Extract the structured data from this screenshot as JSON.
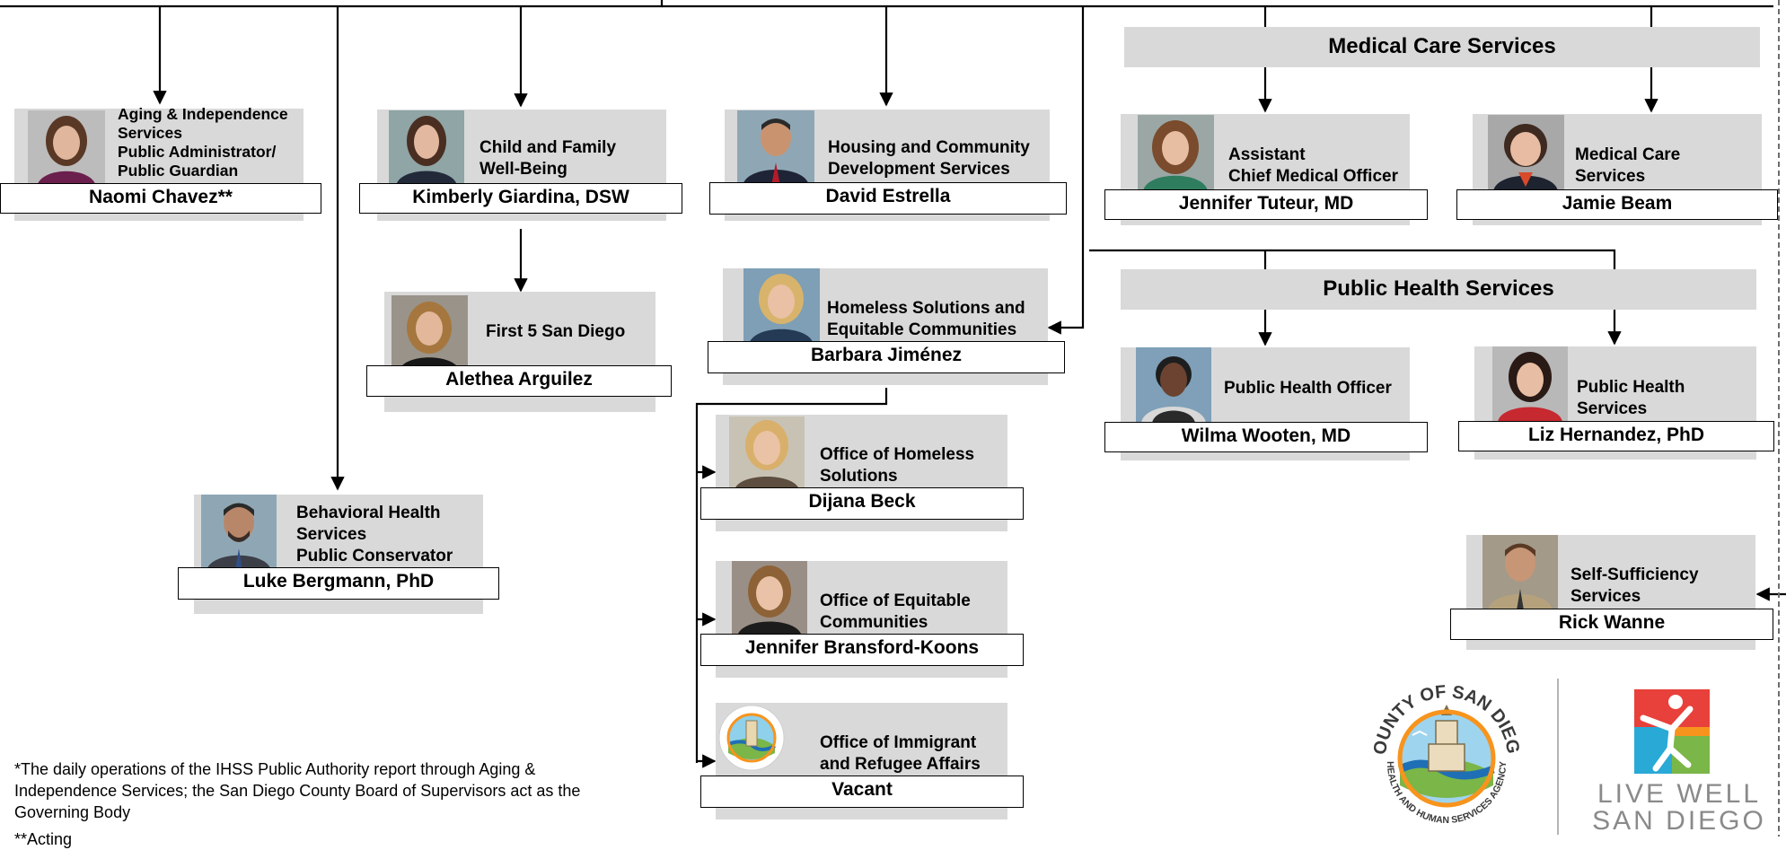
{
  "departments": {
    "aging": {
      "title": "Aging & Independence\nServices\nPublic Administrator/\nPublic Guardian",
      "name": "Naomi Chavez**"
    },
    "child": {
      "title": "Child and Family\nWell-Being",
      "name": "Kimberly Giardina, DSW"
    },
    "first5": {
      "title": "First 5 San Diego",
      "name": "Alethea Arguilez"
    },
    "housing": {
      "title": "Housing and Community\nDevelopment Services",
      "name": "David Estrella"
    },
    "homeless": {
      "title": "Homeless Solutions and\nEquitable Communities",
      "name": "Barbara Jiménez"
    },
    "ohs": {
      "title": "Office of Homeless\nSolutions",
      "name": "Dijana Beck"
    },
    "oec": {
      "title": "Office of Equitable\nCommunities",
      "name": "Jennifer Bransford-Koons"
    },
    "oira": {
      "title": "Office of Immigrant\nand Refugee Affairs",
      "name": "Vacant"
    },
    "behavioral": {
      "title": "Behavioral Health\nServices\nPublic Conservator",
      "name": "Luke Bergmann, PhD"
    },
    "acmo": {
      "title": "Assistant\nChief Medical Officer",
      "name": "Jennifer Tuteur, MD"
    },
    "mcs": {
      "title": "Medical Care\nServices",
      "name": "Jamie Beam"
    },
    "pho": {
      "title": "Public Health Officer",
      "name": "Wilma Wooten, MD"
    },
    "phs": {
      "title": "Public Health\nServices",
      "name": "Liz Hernandez, PhD"
    },
    "ss": {
      "title": "Self-Sufficiency\nServices",
      "name": "Rick Wanne"
    }
  },
  "headers": {
    "medical": "Medical Care Services",
    "public_health": "Public Health  Services"
  },
  "footnotes": {
    "ihss": "*The daily operations of the IHSS Public Authority report through Aging & Independence Services; the San Diego County Board of Supervisors act as the Governing Body",
    "acting": "**Acting"
  },
  "logos": {
    "county_top": "COUNTY OF SAN DIEGO",
    "county_bottom": "HEALTH AND HUMAN SERVICES AGENCY",
    "live_well_1": "LIVE WELL",
    "live_well_2": "SAN DIEGO"
  },
  "colors": {
    "card_bg": "#d9d9d9",
    "connector": "#000000",
    "logo_blue": "#1f6fb5",
    "logo_green": "#7ab648",
    "logo_orange": "#f7941d"
  }
}
